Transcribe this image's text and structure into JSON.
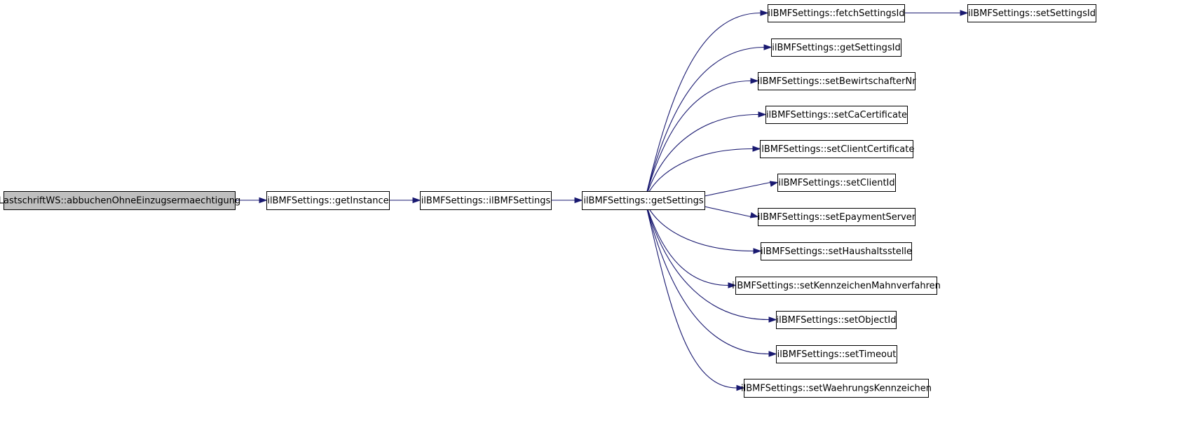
{
  "graph": {
    "nodes": [
      {
        "id": "n0",
        "label": "LastschriftWS::abbuchenOhneEinzugsermaechtigung",
        "root": true
      },
      {
        "id": "n1",
        "label": "ilBMFSettings::getInstance"
      },
      {
        "id": "n2",
        "label": "ilBMFSettings::ilBMFSettings"
      },
      {
        "id": "n3",
        "label": "ilBMFSettings::getSettings"
      },
      {
        "id": "n4",
        "label": "ilBMFSettings::fetchSettingsId"
      },
      {
        "id": "n5",
        "label": "ilBMFSettings::setSettingsId"
      },
      {
        "id": "n6",
        "label": "ilBMFSettings::getSettingsId"
      },
      {
        "id": "n7",
        "label": "ilBMFSettings::setBewirtschafterNr"
      },
      {
        "id": "n8",
        "label": "ilBMFSettings::setCaCertificate"
      },
      {
        "id": "n9",
        "label": "ilBMFSettings::setClientCertificate"
      },
      {
        "id": "n10",
        "label": "ilBMFSettings::setClientId"
      },
      {
        "id": "n11",
        "label": "ilBMFSettings::setEpaymentServer"
      },
      {
        "id": "n12",
        "label": "ilBMFSettings::setHaushaltsstelle"
      },
      {
        "id": "n13",
        "label": "ilBMFSettings::setKennzeichenMahnverfahren"
      },
      {
        "id": "n14",
        "label": "ilBMFSettings::setObjectId"
      },
      {
        "id": "n15",
        "label": "ilBMFSettings::setTimeout"
      },
      {
        "id": "n16",
        "label": "ilBMFSettings::setWaehrungsKennzeichen"
      }
    ],
    "edges": [
      {
        "from": "n0",
        "to": "n1"
      },
      {
        "from": "n1",
        "to": "n2"
      },
      {
        "from": "n2",
        "to": "n3"
      },
      {
        "from": "n3",
        "to": "n4"
      },
      {
        "from": "n4",
        "to": "n5"
      },
      {
        "from": "n3",
        "to": "n6"
      },
      {
        "from": "n3",
        "to": "n7"
      },
      {
        "from": "n3",
        "to": "n8"
      },
      {
        "from": "n3",
        "to": "n9"
      },
      {
        "from": "n3",
        "to": "n10"
      },
      {
        "from": "n3",
        "to": "n11"
      },
      {
        "from": "n3",
        "to": "n12"
      },
      {
        "from": "n3",
        "to": "n13"
      },
      {
        "from": "n3",
        "to": "n14"
      },
      {
        "from": "n3",
        "to": "n15"
      },
      {
        "from": "n3",
        "to": "n16"
      }
    ]
  },
  "colors": {
    "edge": "#191970",
    "root_fill": "#bfbfbf",
    "node_fill": "#ffffff",
    "node_border": "#000000"
  }
}
